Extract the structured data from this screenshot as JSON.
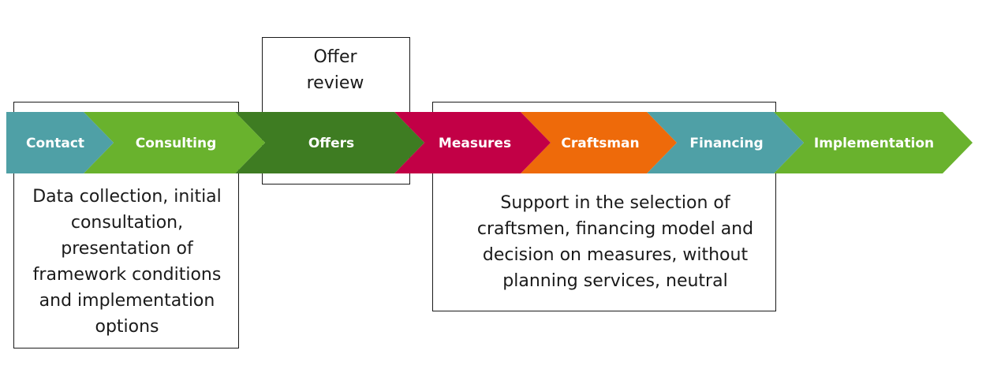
{
  "steps": [
    {
      "label": "Contact",
      "color": "#4fa0a6"
    },
    {
      "label": "Consulting",
      "color": "#69b22d"
    },
    {
      "label": "Offers",
      "color": "#3e7c22"
    },
    {
      "label": "Measures",
      "color": "#c20046"
    },
    {
      "label": "Craftsman",
      "color": "#ee6a0a"
    },
    {
      "label": "Financing",
      "color": "#4fa0a6"
    },
    {
      "label": "Implementation",
      "color": "#69b22d"
    }
  ],
  "notes": {
    "contact_consulting": "Data collection, initial consultation, presentation of framework conditions and implementation options",
    "offers": "Offer review",
    "measures_financing": "Support in the selection of craftsmen, financing model and decision on measures, without planning services, neutral"
  }
}
